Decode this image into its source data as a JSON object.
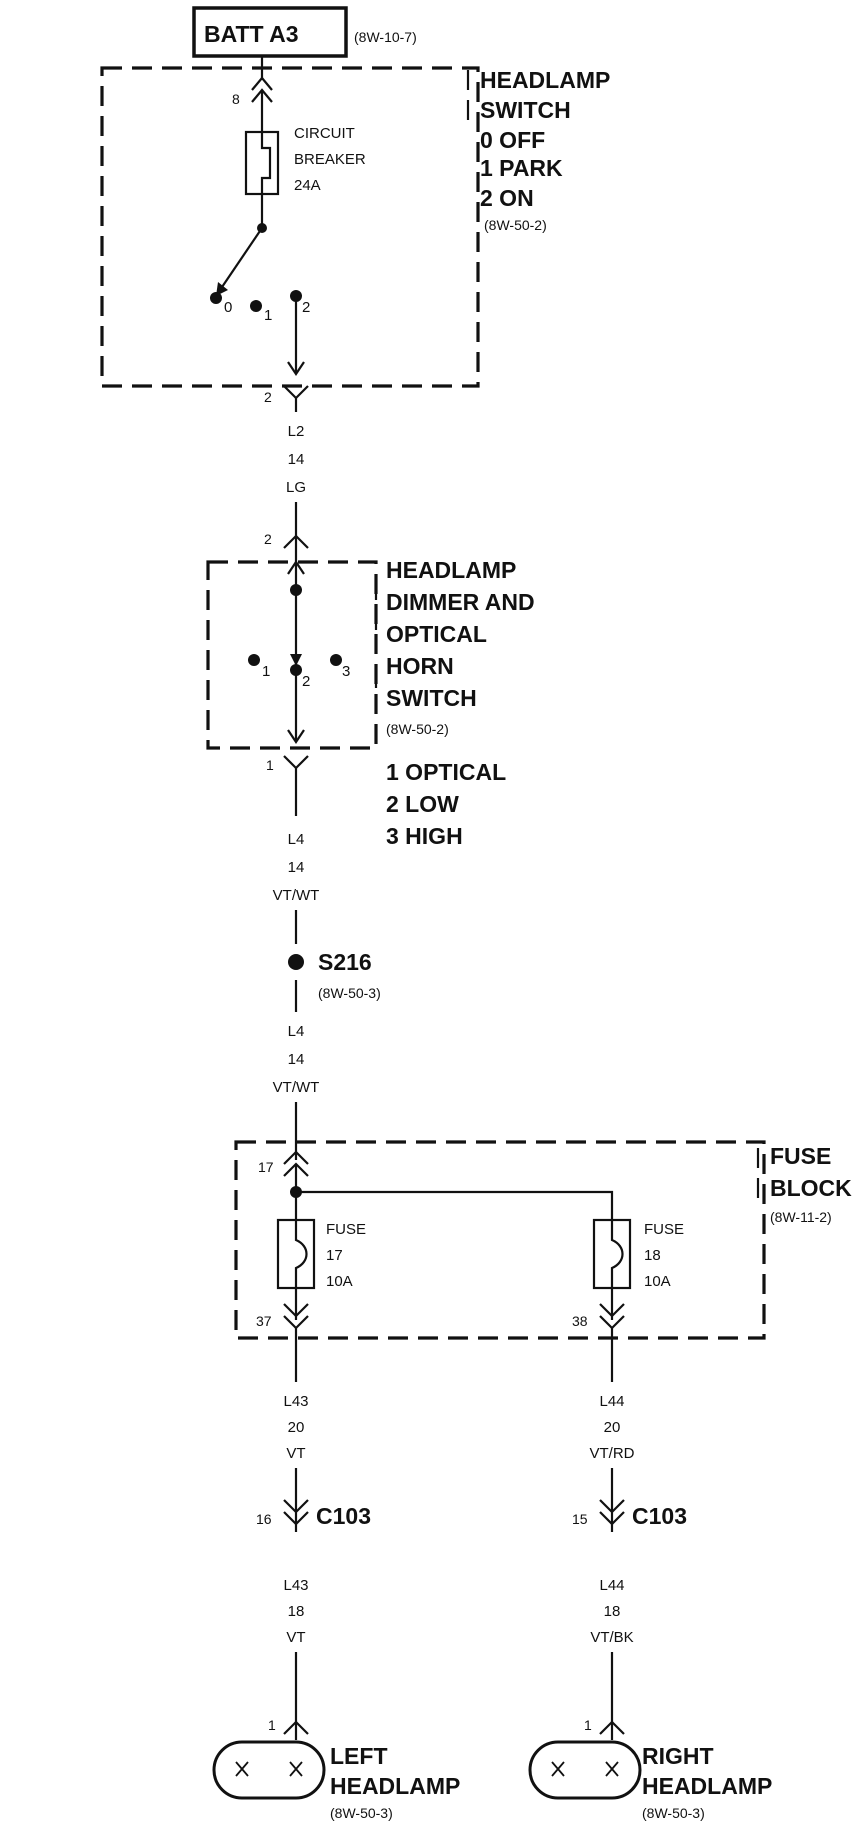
{
  "battery": {
    "label": "BATT A3",
    "ref": "(8W-10-7)"
  },
  "headlamp_switch": {
    "title_lines": [
      "HEADLAMP",
      "SWITCH",
      "0 OFF",
      "1 PARK",
      "2 ON"
    ],
    "ref": "(8W-50-2)",
    "in_pin": "8",
    "out_pin": "2",
    "breaker_lines": [
      "CIRCUIT",
      "BREAKER",
      "24A"
    ],
    "positions": [
      "0",
      "1",
      "2"
    ]
  },
  "wire_l2": {
    "lines": [
      "L2",
      "14",
      "LG"
    ]
  },
  "dimmer_switch": {
    "title_lines": [
      "HEADLAMP",
      "DIMMER AND",
      "OPTICAL",
      "HORN",
      "SWITCH"
    ],
    "ref": "(8W-50-2)",
    "in_pin": "2",
    "out_pin": "1",
    "positions": [
      "1",
      "2",
      "3"
    ],
    "legend_lines": [
      "1 OPTICAL",
      "2 LOW",
      "3 HIGH"
    ]
  },
  "wire_l4_upper": {
    "lines": [
      "L4",
      "14",
      "VT/WT"
    ]
  },
  "splice": {
    "label": "S216",
    "ref": "(8W-50-3)"
  },
  "wire_l4_lower": {
    "lines": [
      "L4",
      "14",
      "VT/WT"
    ]
  },
  "fuse_block": {
    "title_lines": [
      "FUSE",
      "BLOCK"
    ],
    "ref": "(8W-11-2)",
    "in_pin": "17",
    "fuse_a": {
      "lines": [
        "FUSE",
        "17",
        "10A"
      ],
      "out_pin": "37"
    },
    "fuse_b": {
      "lines": [
        "FUSE",
        "18",
        "10A"
      ],
      "out_pin": "38"
    }
  },
  "wire_l43_upper": {
    "lines": [
      "L43",
      "20",
      "VT"
    ]
  },
  "wire_l44_upper": {
    "lines": [
      "L44",
      "20",
      "VT/RD"
    ]
  },
  "connector_left": {
    "pin": "16",
    "label": "C103"
  },
  "connector_right": {
    "pin": "15",
    "label": "C103"
  },
  "wire_l43_lower": {
    "lines": [
      "L43",
      "18",
      "VT"
    ]
  },
  "wire_l44_lower": {
    "lines": [
      "L44",
      "18",
      "VT/BK"
    ]
  },
  "left_headlamp": {
    "pin": "1",
    "title_lines": [
      "LEFT",
      "HEADLAMP"
    ],
    "ref": "(8W-50-3)"
  },
  "right_headlamp": {
    "pin": "1",
    "title_lines": [
      "RIGHT",
      "HEADLAMP"
    ],
    "ref": "(8W-50-3)"
  }
}
